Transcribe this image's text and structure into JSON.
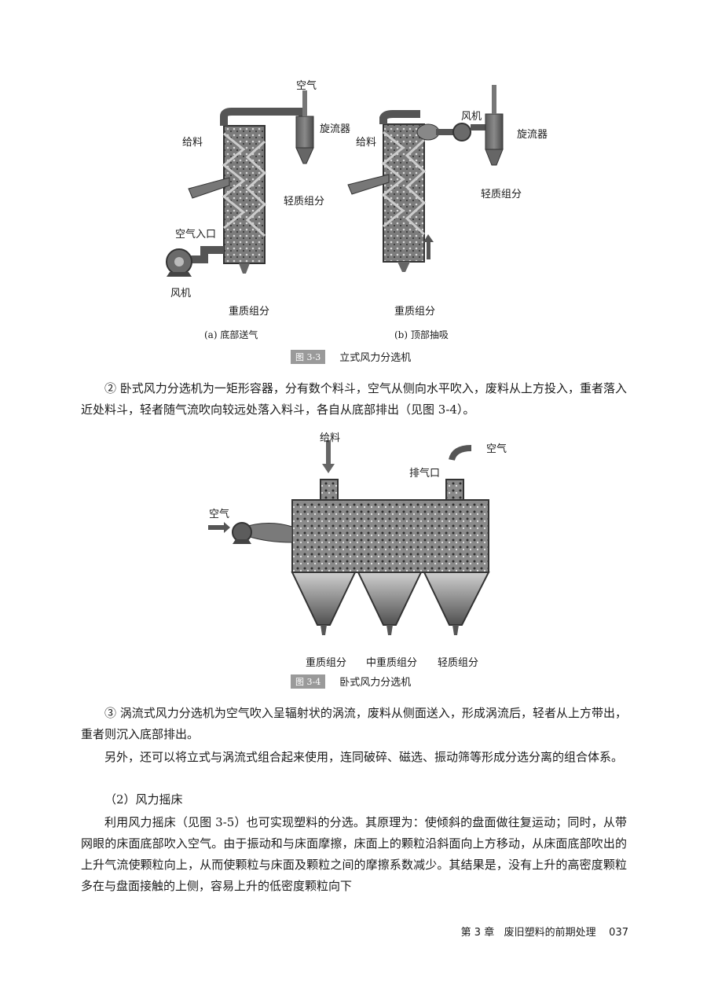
{
  "fig33": {
    "a": {
      "air": "空气",
      "cyclone": "旋流器",
      "feed": "给料",
      "light": "轻质组分",
      "air_inlet": "空气入口",
      "fan": "风机",
      "heavy": "重质组分",
      "sub_caption": "(a) 底部送气"
    },
    "b": {
      "fan": "风机",
      "cyclone": "旋流器",
      "feed": "给料",
      "light": "轻质组分",
      "heavy": "重质组分",
      "sub_caption": "(b) 顶部抽吸"
    },
    "caption_tag": "图 3-3",
    "caption_text": "立式风力分选机"
  },
  "para1": "② 卧式风力分选机为一矩形容器，分有数个料斗，空气从侧向水平吹入，废料从上方投入，重者落入近处料斗，轻者随气流吹向较远处落入料斗，各自从底部排出（见图 3-4）。",
  "fig34": {
    "feed": "给料",
    "air_out": "空气",
    "exhaust": "排气口",
    "air_in": "空气",
    "heavy": "重质组分",
    "medium": "中重质组分",
    "light": "轻质组分",
    "caption_tag": "图 3-4",
    "caption_text": "卧式风力分选机"
  },
  "para2": "③ 涡流式风力分选机为空气吹入呈辐射状的涡流，废料从侧面送入，形成涡流后，轻者从上方带出，重者则沉入底部排出。",
  "para3": "另外，还可以将立式与涡流式组合起来使用，连同破碎、磁选、振动筛等形成分选分离的组合体系。",
  "heading": "（2）风力摇床",
  "para4": "利用风力摇床（见图 3-5）也可实现塑料的分选。其原理为：使倾斜的盘面做往复运动；同时，从带网眼的床面底部吹入空气。由于振动和与床面摩擦，床面上的颗粒沿斜面向上方移动，从床面底部吹出的上升气流使颗粒向上，从而使颗粒与床面及颗粒之间的摩擦系数减少。其结果是，没有上升的高密度颗粒多在与盘面接触的上侧，容易上升的低密度颗粒向下",
  "footer": {
    "chapter": "第 3 章",
    "title": "废旧塑料的前期处理",
    "page": "037"
  }
}
